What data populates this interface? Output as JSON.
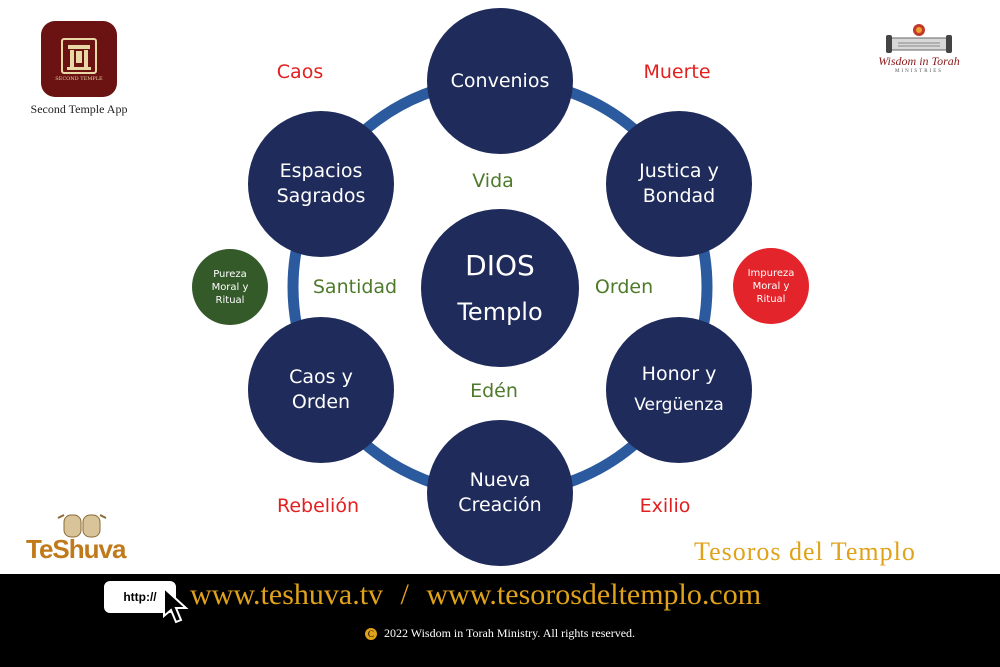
{
  "colors": {
    "node": "#1f2b5a",
    "ring": "#2c5a9e",
    "green_text": "#4e7a2b",
    "red_text": "#e1201f",
    "pureza_fill": "#355a2a",
    "impureza_fill": "#e3242b",
    "gold": "#e0a21a",
    "footer_bg": "#000000"
  },
  "logos": {
    "app_label": "Second Temple App",
    "app_icon_text": "SECOND TEMPLE",
    "wit_logo_text": "Wisdom in Torah",
    "wit_logo_sub": "MINISTRIES",
    "teshuva_text": "TeShuva",
    "tesoros_title": "Tesoros del Templo"
  },
  "center": {
    "line1": "DIOS",
    "line2": "Templo"
  },
  "nodes": [
    {
      "id": "convenios",
      "lines": [
        "Convenios"
      ]
    },
    {
      "id": "justica",
      "lines": [
        "Justica y",
        "Bondad"
      ]
    },
    {
      "id": "honor",
      "lines": [
        "Honor y",
        "Vergüenza"
      ]
    },
    {
      "id": "nueva",
      "lines": [
        "Nueva",
        "Creación"
      ]
    },
    {
      "id": "caos-orden",
      "lines": [
        "Caos y",
        "Orden"
      ]
    },
    {
      "id": "espacios",
      "lines": [
        "Espacios",
        "Sagrados"
      ]
    }
  ],
  "inner_words": {
    "vida": "Vida",
    "orden": "Orden",
    "eden": "Edén",
    "santidad": "Santidad"
  },
  "outer_words": {
    "caos": "Caos",
    "muerte": "Muerte",
    "exilio": "Exilio",
    "rebelion": "Rebelión"
  },
  "side_circles": {
    "pureza": [
      "Pureza",
      "Moral y",
      "Ritual"
    ],
    "impureza": [
      "Impureza",
      "Moral y",
      "Ritual"
    ]
  },
  "footer": {
    "http_label": "http://",
    "url1": "www.teshuva.tv",
    "separator": "/",
    "url2": "www.tesorosdeltemplo.com",
    "copyright_symbol": "C",
    "copyright": "2022 Wisdom in Torah Ministry. All rights reserved."
  }
}
